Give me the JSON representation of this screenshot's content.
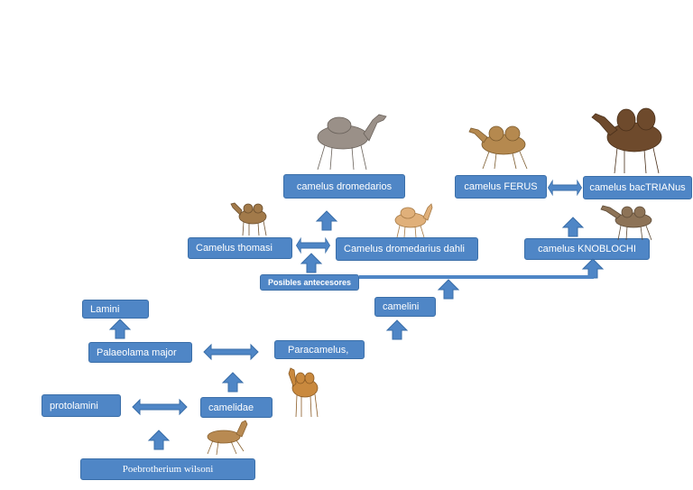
{
  "colors": {
    "box": "#4f86c6",
    "box_border": "#3a6ea8",
    "arrow": "#4f86c6",
    "text": "#ffffff"
  },
  "nodes": {
    "poebrotherium": "Poebrotherium wilsoni",
    "protolamini": "protolamini",
    "camelidae": "camelidae",
    "palaeolama": "Palaeolama major",
    "lamini": "Lamini",
    "paracamelus": "Paracamelus,",
    "camelini": "camelini",
    "posibles": "Posibles antecesores",
    "thomasi": "Camelus thomasi",
    "dromedarius_dahli": "Camelus dromedarius  dahli",
    "dromedarios": "camelus dromedarios",
    "knoblochi": "camelus KNOBLOCHI",
    "ferus": "camelus FERUS",
    "bactrianus": "camelus bacTRIANus"
  },
  "icons": [
    "camel-icon",
    "dromedary-icon",
    "bactrian-camel-icon",
    "llama-ancestor-icon"
  ]
}
